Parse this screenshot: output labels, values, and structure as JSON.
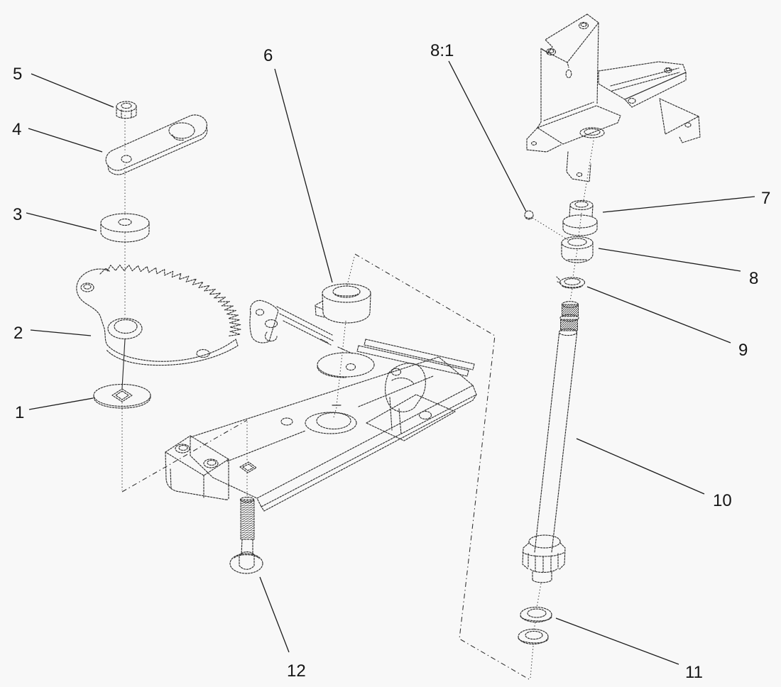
{
  "diagram": {
    "kind": "exploded-parts-diagram",
    "background_color": "#f8f8f8",
    "line_color": "#2e2e2e",
    "label_color": "#151515"
  },
  "callouts": [
    {
      "label": "5"
    },
    {
      "label": "4"
    },
    {
      "label": "3"
    },
    {
      "label": "2"
    },
    {
      "label": "1"
    },
    {
      "label": "6"
    },
    {
      "label": "8:1"
    },
    {
      "label": "7"
    },
    {
      "label": "8"
    },
    {
      "label": "9"
    },
    {
      "label": "10"
    },
    {
      "label": "11"
    },
    {
      "label": "12"
    }
  ]
}
